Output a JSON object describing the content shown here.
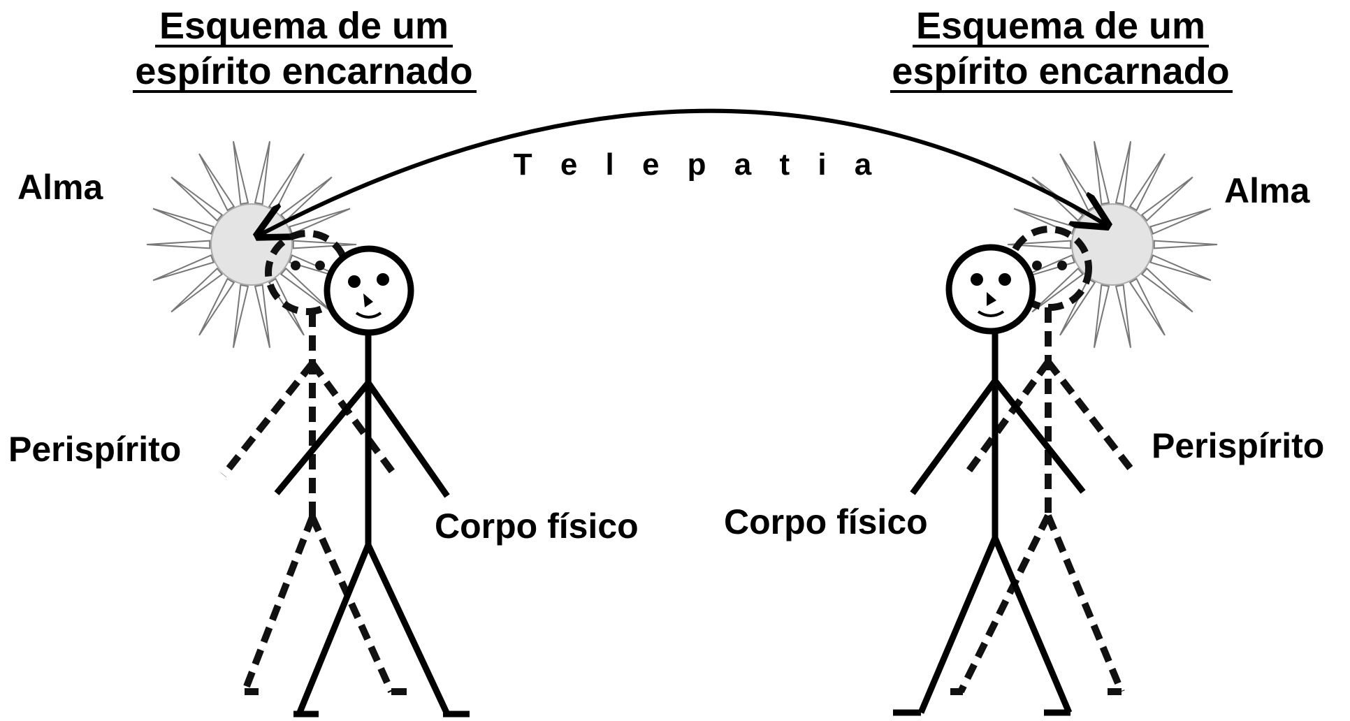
{
  "left_schema": {
    "title_line1": "Esquema de um",
    "title_line2": "espírito encarnado",
    "soul_label": "Alma",
    "perispirit_label": "Perispírito",
    "body_label": "Corpo físico"
  },
  "right_schema": {
    "title_line1": "Esquema de um",
    "title_line2": "espírito encarnado",
    "soul_label": "Alma",
    "perispirit_label": "Perispírito",
    "body_label": "Corpo físico"
  },
  "connection_label": "T e l e p a t i a"
}
